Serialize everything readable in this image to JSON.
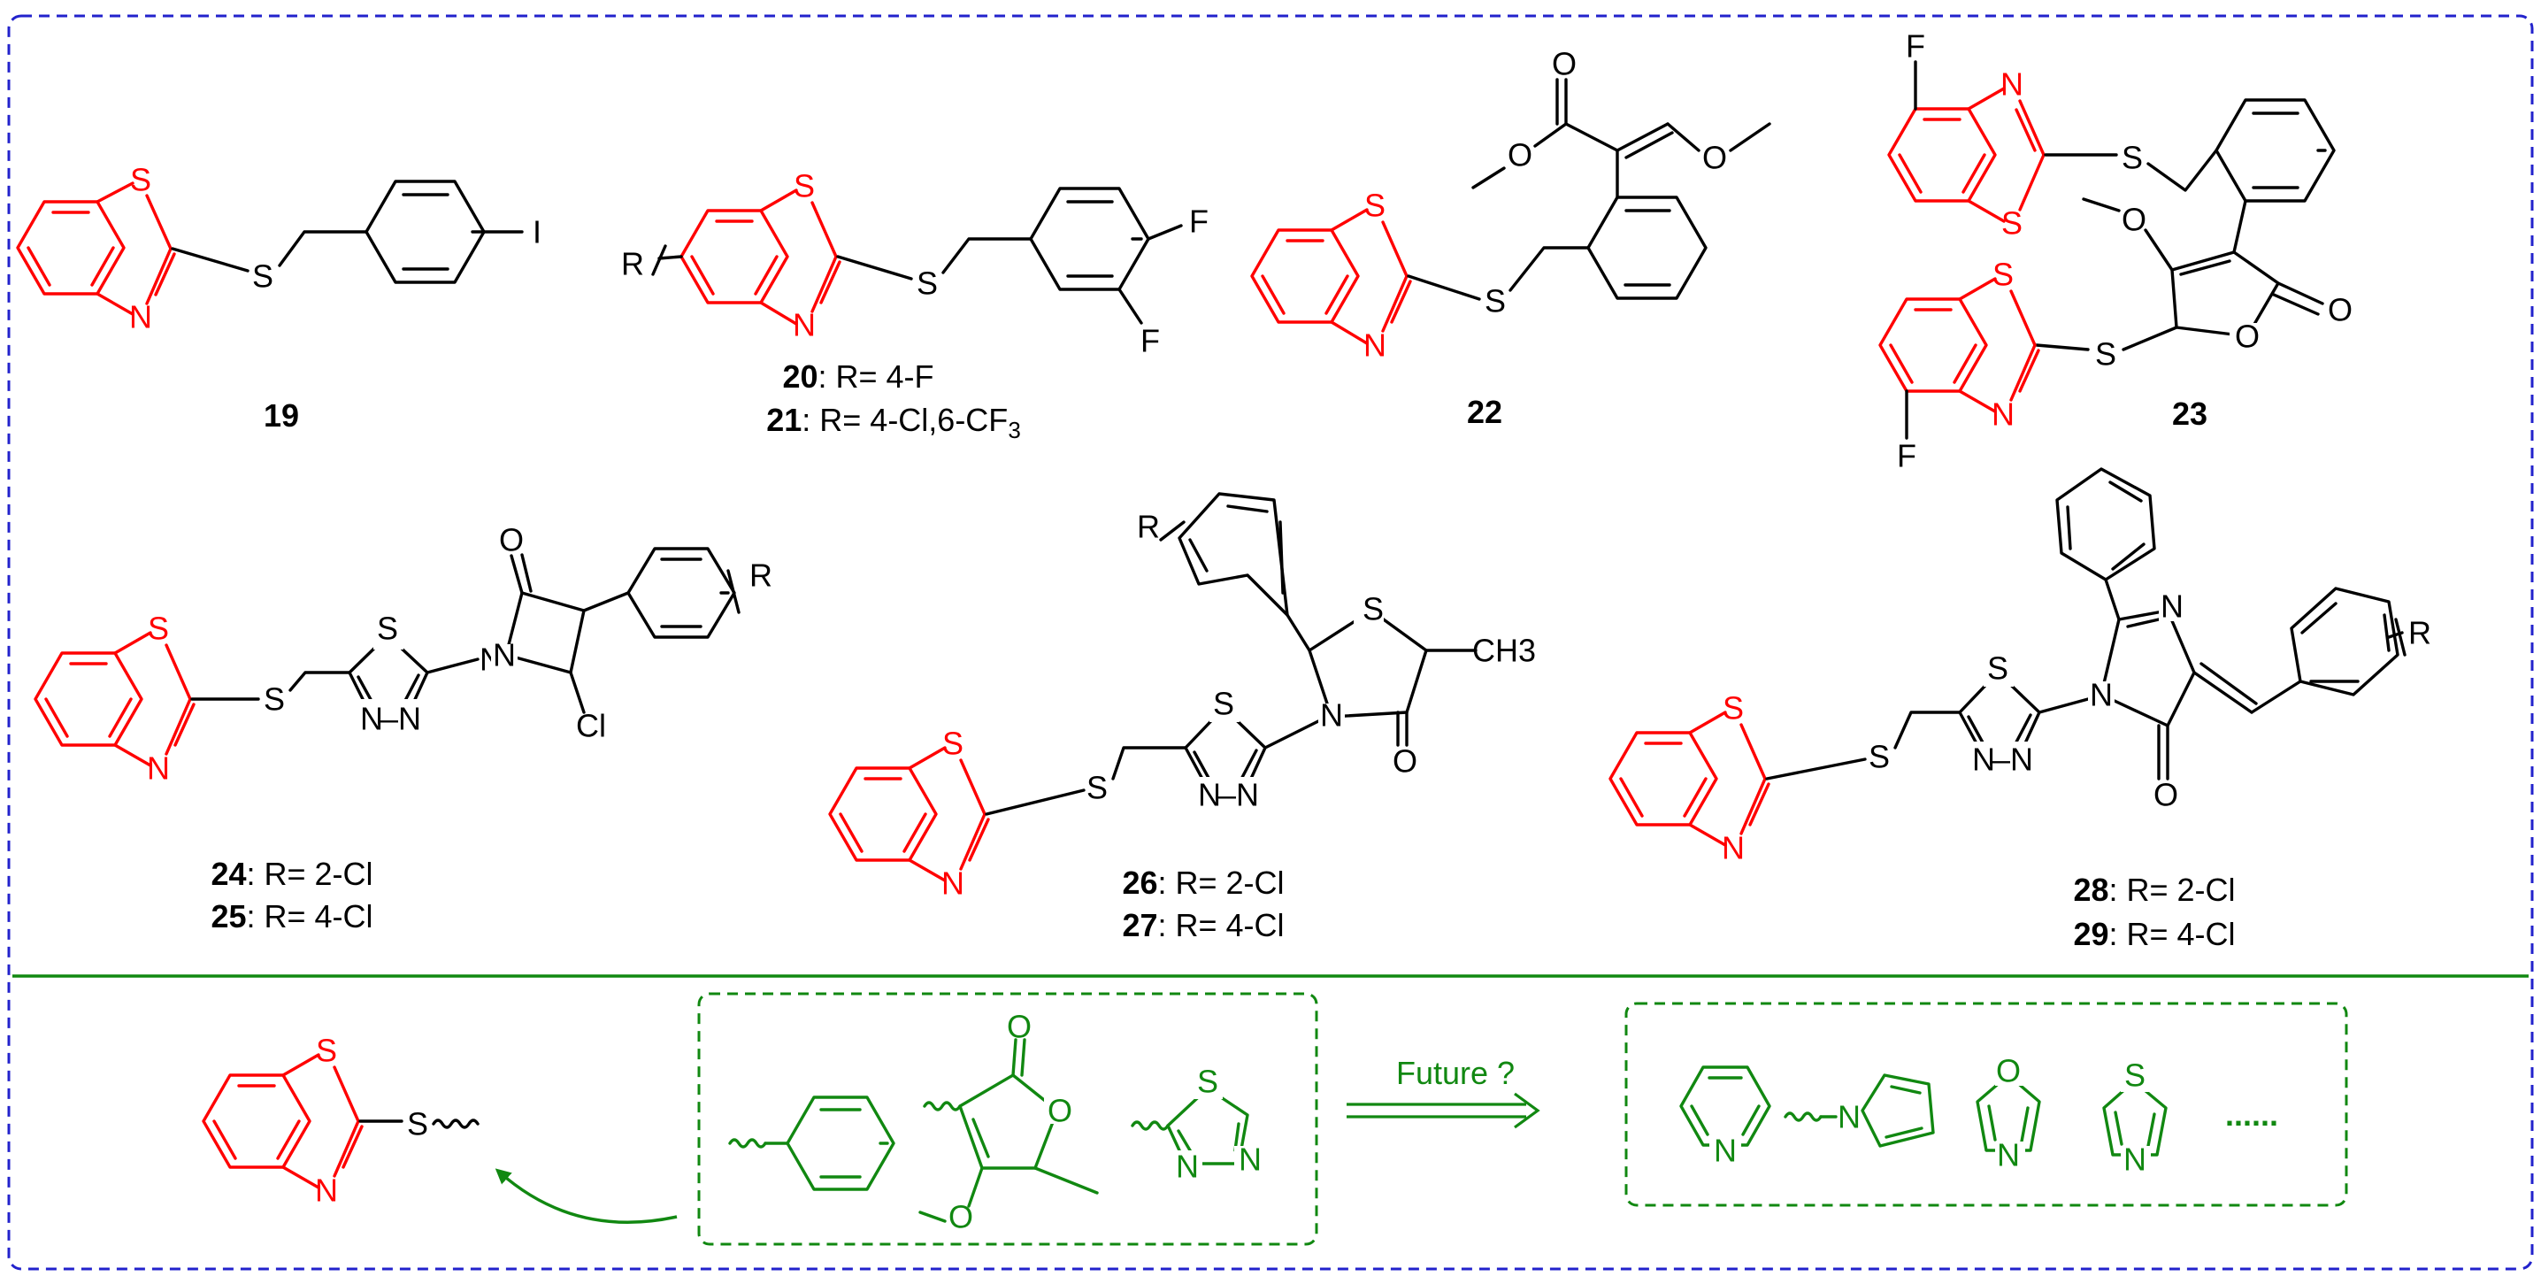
{
  "colors": {
    "benzothiazole": "#ff0000",
    "scaffold": "#000000",
    "future": "#118811",
    "frame": "#2222cc"
  },
  "atoms": {
    "S": "S",
    "N": "N",
    "O": "O",
    "F": "F",
    "I": "I",
    "Cl": "Cl",
    "R": "R",
    "CH3": "CH3"
  },
  "compounds": {
    "c19": {
      "number": "19"
    },
    "c20_21": {
      "line1": {
        "number": "20",
        "text": ": R= 4-F"
      },
      "line2": {
        "number": "21",
        "text": ": R= 4-Cl,6-CF",
        "sub": "3"
      }
    },
    "c22": {
      "number": "22"
    },
    "c23": {
      "number": "23"
    },
    "c24_25": {
      "line1": {
        "number": "24",
        "text": ": R= 2-Cl"
      },
      "line2": {
        "number": "25",
        "text": ": R= 4-Cl"
      }
    },
    "c26_27": {
      "line1": {
        "number": "26",
        "text": ": R= 2-Cl"
      },
      "line2": {
        "number": "27",
        "text": ": R= 4-Cl"
      }
    },
    "c28_29": {
      "line1": {
        "number": "28",
        "text": ": R= 2-Cl"
      },
      "line2": {
        "number": "29",
        "text": ": R= 4-Cl"
      }
    }
  },
  "future": {
    "arrow_label": "Future ?",
    "ellipsis": "......"
  }
}
